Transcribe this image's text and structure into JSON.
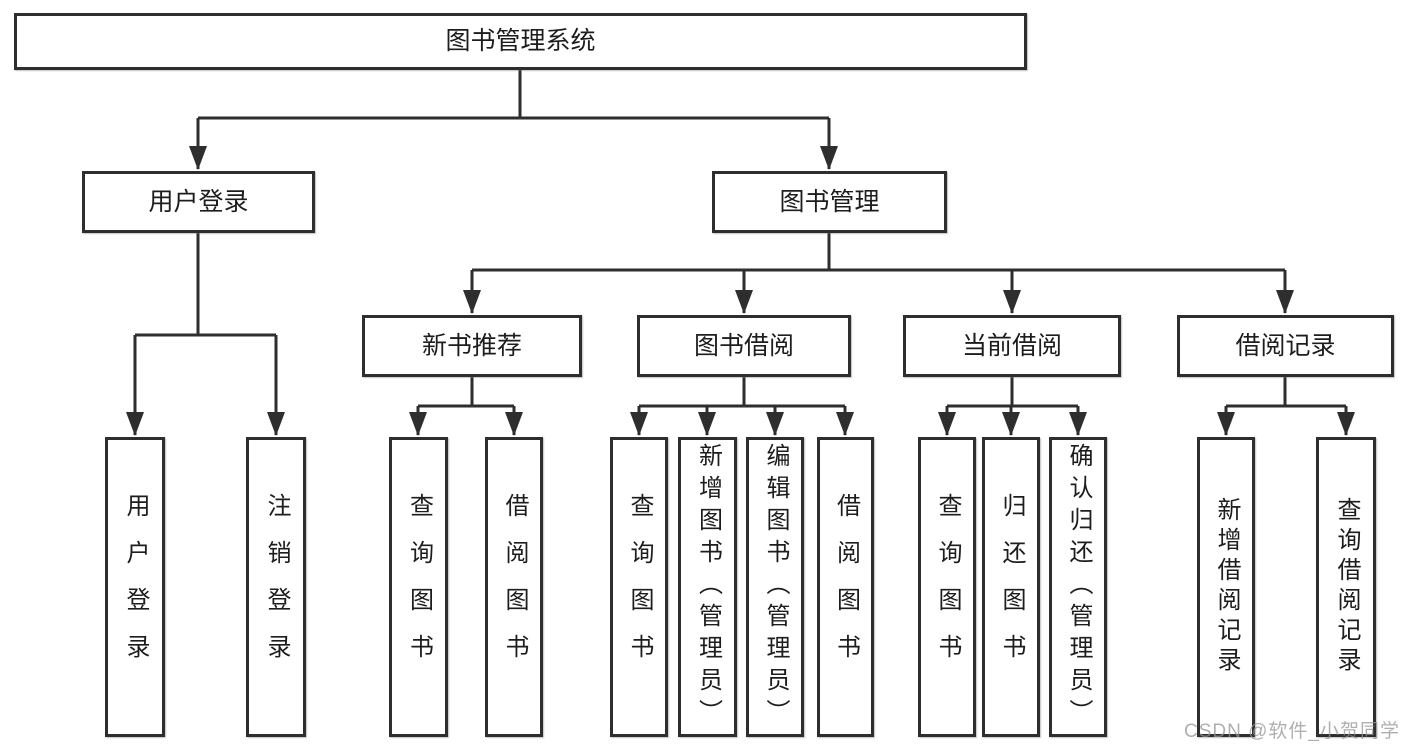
{
  "tree": {
    "root": {
      "label": "图书管理系统"
    },
    "branches": [
      {
        "label": "用户登录",
        "children": [
          {
            "label": "用户登录"
          },
          {
            "label": "注销登录"
          }
        ]
      },
      {
        "label": "图书管理",
        "children": [
          {
            "label": "新书推荐",
            "children": [
              {
                "label": "查询图书"
              },
              {
                "label": "借阅图书"
              }
            ]
          },
          {
            "label": "图书借阅",
            "children": [
              {
                "label": "查询图书"
              },
              {
                "label": "新增图书（管理员）"
              },
              {
                "label": "编辑图书（管理员）"
              },
              {
                "label": "借阅图书"
              }
            ]
          },
          {
            "label": "当前借阅",
            "children": [
              {
                "label": "查询图书"
              },
              {
                "label": "归还图书"
              },
              {
                "label": "确认归还（管理员）"
              }
            ]
          },
          {
            "label": "借阅记录",
            "children": [
              {
                "label": "新增借阅记录"
              },
              {
                "label": "查询借阅记录"
              }
            ]
          }
        ]
      }
    ]
  },
  "watermark": {
    "text": "CSDN @软件_小贺同学"
  },
  "colors": {
    "line": "#2e2e2e",
    "box_border": "#2e2e2e",
    "text": "#1d1d1d",
    "background": "#ffffff",
    "watermark": "#949494"
  }
}
